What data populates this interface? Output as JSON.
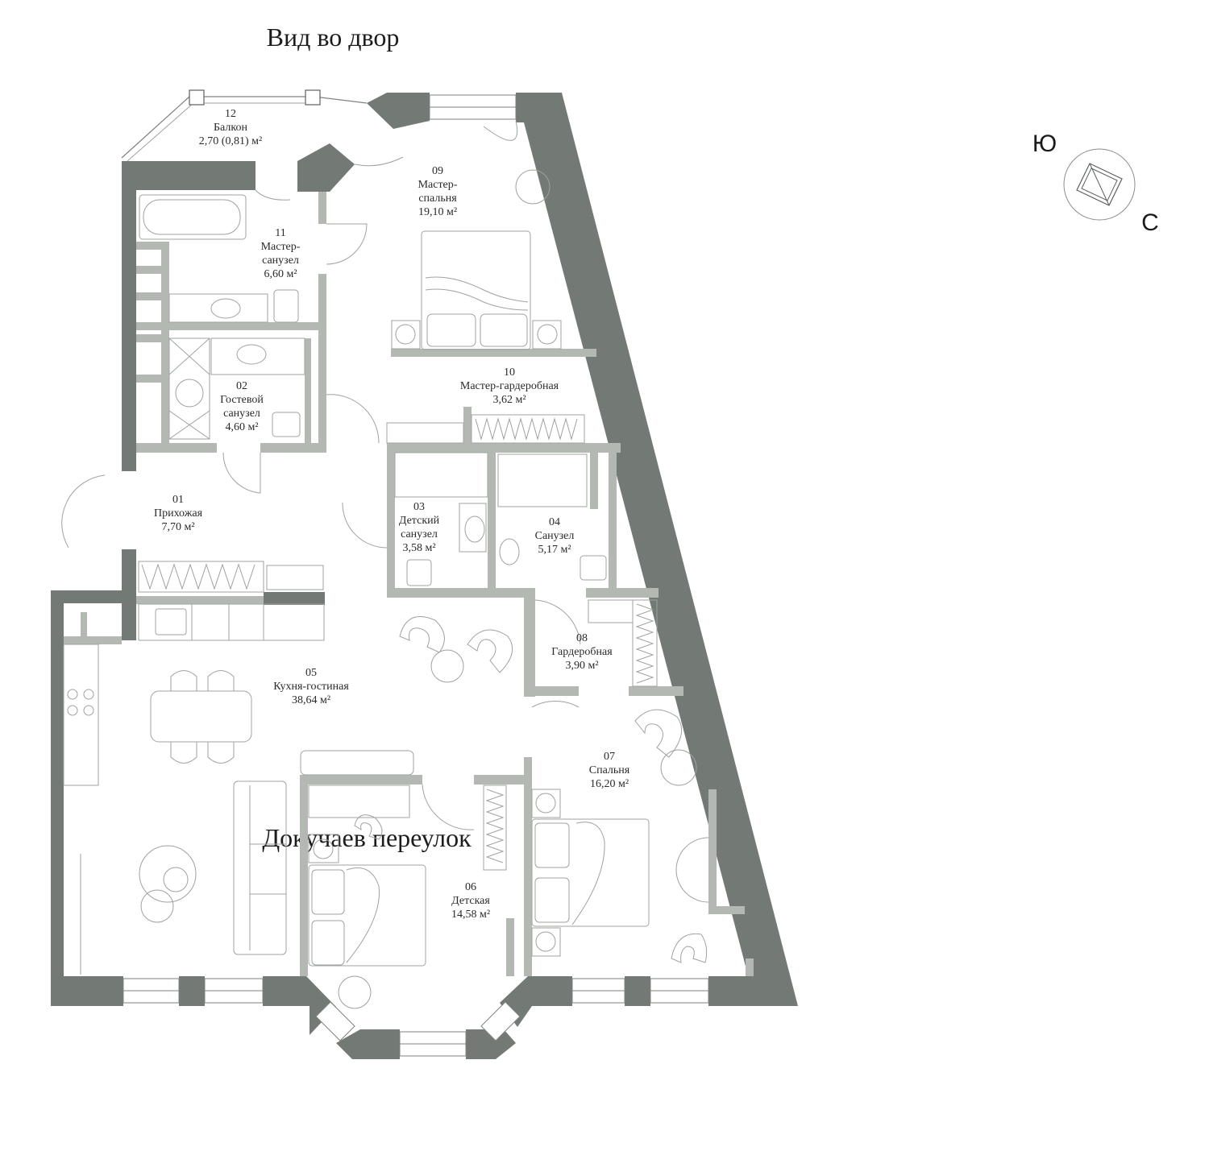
{
  "plan": {
    "street_top": "Вид во двор",
    "street_bottom": "Докучаев переулок",
    "compass": {
      "south": "Ю",
      "north": "С"
    },
    "colors": {
      "outer_wall": "#737a75",
      "inner_wall": "#b3b8b3",
      "furniture": "#9ea39e"
    },
    "rooms": [
      {
        "id": "01",
        "lines": [
          "Прихожая",
          "7,70 м²"
        ]
      },
      {
        "id": "02",
        "lines": [
          "Гостевой",
          "санузел",
          "4,60 м²"
        ]
      },
      {
        "id": "03",
        "lines": [
          "Детский",
          "санузел",
          "3,58 м²"
        ]
      },
      {
        "id": "04",
        "lines": [
          "Санузел",
          "5,17 м²"
        ]
      },
      {
        "id": "05",
        "lines": [
          "Кухня-гостиная",
          "38,64 м²"
        ]
      },
      {
        "id": "06",
        "lines": [
          "Детская",
          "14,58 м²"
        ]
      },
      {
        "id": "07",
        "lines": [
          "Спальня",
          "16,20 м²"
        ]
      },
      {
        "id": "08",
        "lines": [
          "Гардеробная",
          "3,90 м²"
        ]
      },
      {
        "id": "09",
        "lines": [
          "Мастер-",
          "спальня",
          "19,10 м²"
        ]
      },
      {
        "id": "10",
        "lines": [
          "Мастер-гардеробная",
          "3,62 м²"
        ]
      },
      {
        "id": "11",
        "lines": [
          "Мастер-",
          "санузел",
          "6,60 м²"
        ]
      },
      {
        "id": "12",
        "lines": [
          "Балкон",
          "2,70 (0,81) м²"
        ]
      }
    ]
  }
}
